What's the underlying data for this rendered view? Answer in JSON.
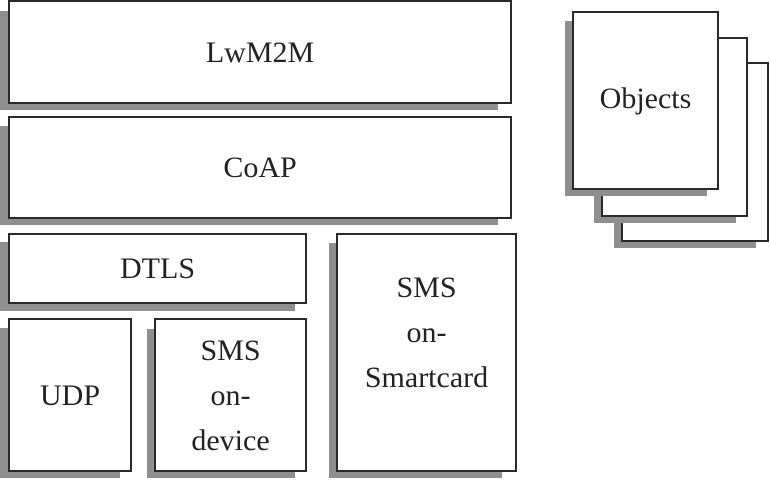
{
  "diagram": {
    "title": "LwM2M protocol stack",
    "layers": {
      "lwm2m": "LwM2M",
      "coap": "CoAP",
      "dtls": "DTLS",
      "udp": "UDP",
      "sms_on_device": "SMS\non-\ndevice",
      "sms_on_smartcard": "SMS\non-\nSmartcard"
    },
    "objects": "Objects",
    "colors": {
      "border": "#2a2a2a",
      "shadow": "#8f8f8f",
      "fill": "#ffffff"
    }
  }
}
